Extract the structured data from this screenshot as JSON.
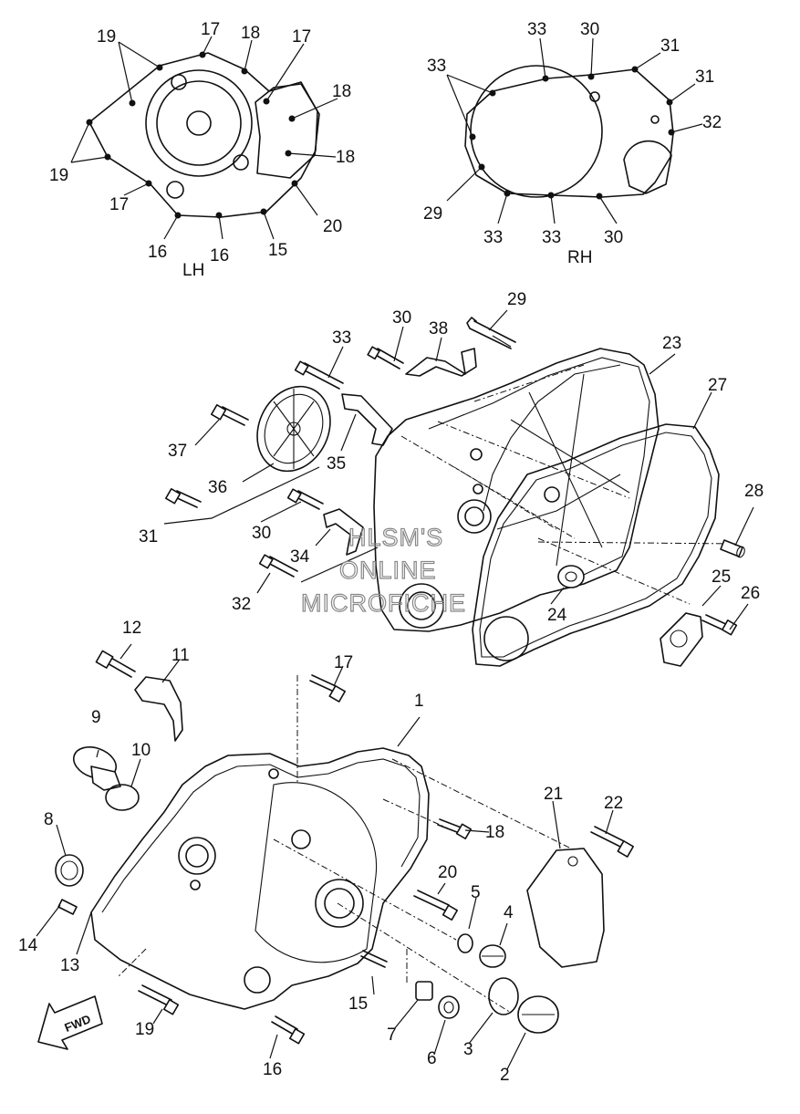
{
  "side_labels": {
    "left": "LH",
    "right": "RH"
  },
  "watermark": [
    "HLSM'S",
    "ONLINE",
    "MICROFICHE"
  ],
  "direction_marker": "FWD",
  "callouts": {
    "c1": "1",
    "c2": "2",
    "c3": "3",
    "c4": "4",
    "c5": "5",
    "c6": "6",
    "c7": "7",
    "c8": "8",
    "c9": "9",
    "c10": "10",
    "c11": "11",
    "c12": "12",
    "c13": "13",
    "c14": "14",
    "c15": "15",
    "c16": "16",
    "c17": "17",
    "c18": "18",
    "c19": "19",
    "c20": "20",
    "c21": "21",
    "c22": "22",
    "c23": "23",
    "c24": "24",
    "c25": "25",
    "c26": "26",
    "c27": "27",
    "c28": "28",
    "c29": "29",
    "c30": "30",
    "c31": "31",
    "c32": "32",
    "c33": "33",
    "c34": "34",
    "c35": "35",
    "c36": "36",
    "c37": "37",
    "c38": "38"
  }
}
